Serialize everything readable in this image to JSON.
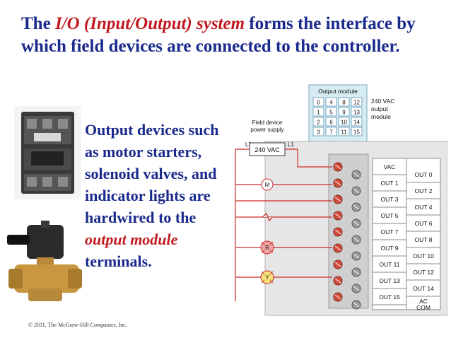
{
  "title": {
    "part1": "The ",
    "highlight": "I/O (Input/Output) system",
    "part2": " forms the interface by which field devices are connected to the controller."
  },
  "body": {
    "part1": "Output devices such as motor starters, solenoid valves, and indicator lights are hardwired to the ",
    "highlight": "output module",
    "part2": " terminals."
  },
  "footer": "© 2011, The McGraw-Hill Companies, Inc.",
  "diagram": {
    "module_title": "Output module",
    "module_voltage": "240 VAC output module",
    "led_grid": [
      [
        "0",
        "4",
        "8",
        "12"
      ],
      [
        "1",
        "5",
        "9",
        "13"
      ],
      [
        "2",
        "6",
        "10",
        "14"
      ],
      [
        "3",
        "7",
        "11",
        "15"
      ]
    ],
    "supply_label": "Field device power supply",
    "supply_voltage": "240 VAC",
    "l1": "L1",
    "l2": "L2",
    "left_terminals": [
      "VAC",
      "OUT 1",
      "OUT 3",
      "OUT 5",
      "OUT 7",
      "OUT 9",
      "OUT 11",
      "OUT 13",
      "OUT 15"
    ],
    "right_terminals": [
      "OUT 0",
      "OUT 2",
      "OUT 4",
      "OUT 6",
      "OUT 8",
      "OUT 10",
      "OUT 12",
      "OUT 14",
      "AC COM"
    ],
    "devices": [
      "M",
      "R",
      "Y"
    ],
    "colors": {
      "title_text": "#1a2a8c",
      "highlight": "#c0191f",
      "wire": "#cc2a2a",
      "panel": "#e8e8e8"
    }
  }
}
